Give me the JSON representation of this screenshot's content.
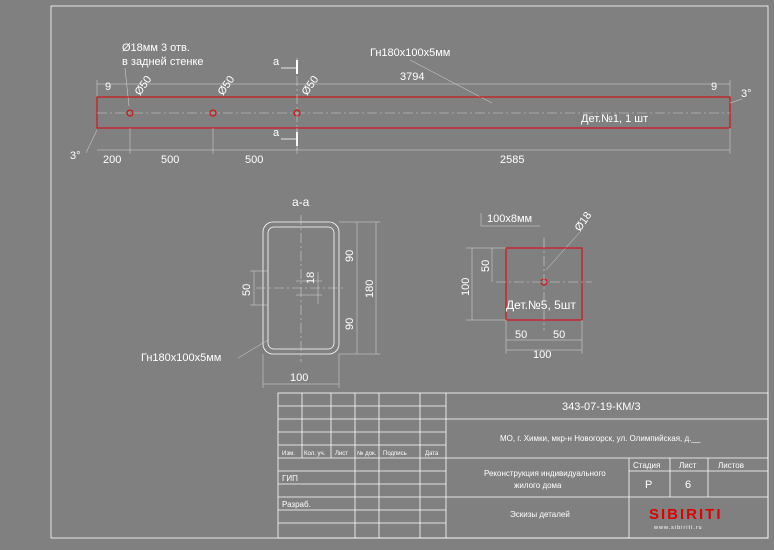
{
  "beam": {
    "profile": "Гн180х100х5мм",
    "holes_note_1": "Ø18мм 3 отв.",
    "holes_note_2": "в задней стенке",
    "hole_dims": [
      "Ø50",
      "Ø50",
      "Ø50"
    ],
    "section_mark": "а",
    "length": "3794",
    "end_offset_left": "9",
    "end_offset_right": "9",
    "angle_left": "3°",
    "angle_right": "3°",
    "part_label": "Дет.№1, 1 шт",
    "bottom_dims": [
      "200",
      "500",
      "500",
      "2585"
    ]
  },
  "section": {
    "title": "а-а",
    "height": "180",
    "half_top": "90",
    "half_bottom": "90",
    "hole_offset": "50",
    "hole_dim": "18",
    "width": "100",
    "profile": "Гн180х100х5мм"
  },
  "plate": {
    "profile": "100х8мм",
    "hole_dia": "Ø18",
    "height": "100",
    "hole_y": "50",
    "part_label": "Дет.№5, 5шт",
    "half_left": "50",
    "half_right": "50",
    "width": "100"
  },
  "title_block": {
    "doc_code": "343-07-19-КМ/3",
    "address": "МО, г. Химки, мкр-н Новогорск, ул. Олимпийская, д.__",
    "col_headers": [
      "Изм.",
      "Кол. уч.",
      "Лист",
      "№ док.",
      "Подпись",
      "Дата"
    ],
    "row_gip": "ГИП",
    "row_razrab": "Разраб.",
    "project_line1": "Реконструкция индивидуального",
    "project_line2": "жилого дома",
    "sheet_title": "Эскизы деталей",
    "stage_label": "Стадия",
    "sheet_label": "Лист",
    "sheets_label": "Листов",
    "stage_value": "Р",
    "sheet_value": "6",
    "sheets_value": "",
    "logo": "SIBIRITI",
    "website": "www.sibiriti.ru"
  },
  "colors": {
    "background": "#808080",
    "lines": "#ffffff",
    "accent": "#e00000"
  }
}
